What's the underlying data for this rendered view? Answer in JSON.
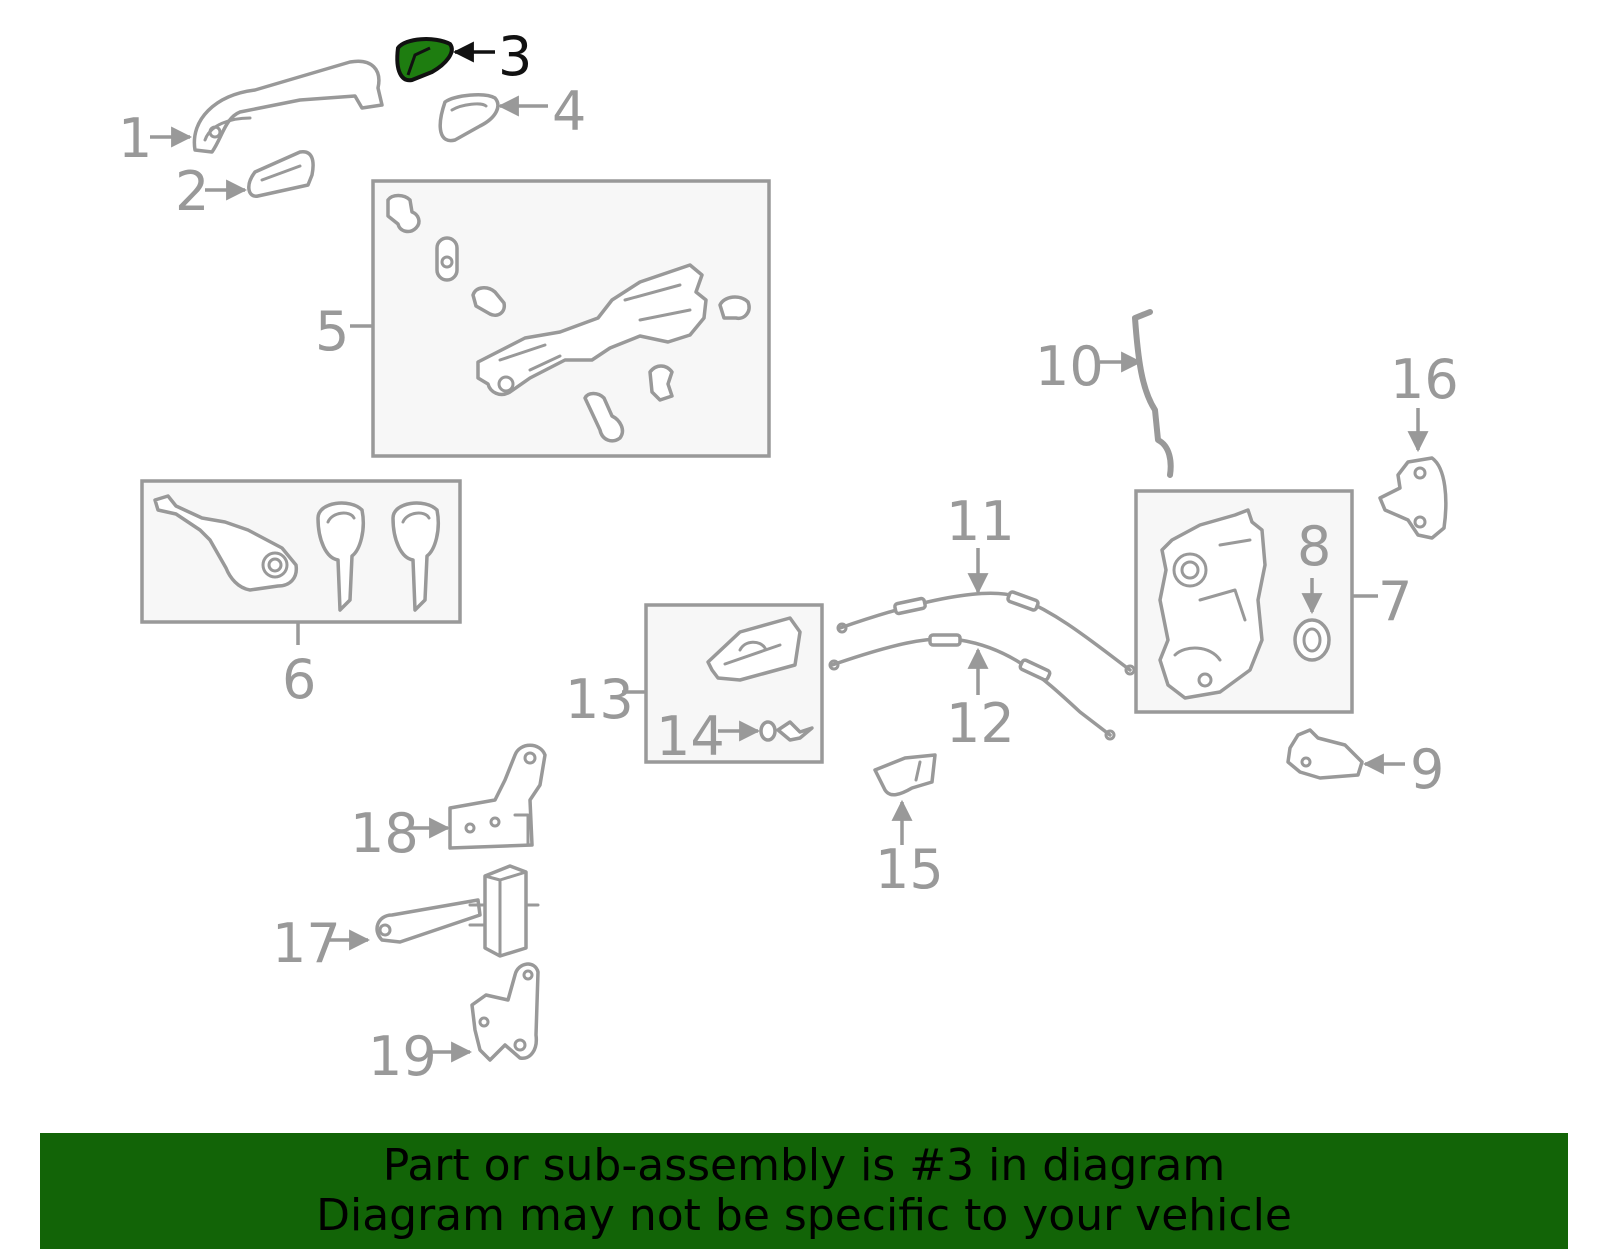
{
  "colors": {
    "part_stroke": "#999999",
    "highlight_fill": "#1e7d10",
    "banner_bg": "#126407",
    "text_dark": "#000000"
  },
  "highlighted_part": "3",
  "callouts": {
    "c1": "1",
    "c2": "2",
    "c3": "3",
    "c4": "4",
    "c5": "5",
    "c6": "6",
    "c7": "7",
    "c8": "8",
    "c9": "9",
    "c10": "10",
    "c11": "11",
    "c12": "12",
    "c13": "13",
    "c14": "14",
    "c15": "15",
    "c16": "16",
    "c17": "17",
    "c18": "18",
    "c19": "19"
  },
  "banner": {
    "line1": "Part or sub-assembly is #3 in diagram",
    "line2": "Diagram may not be specific to your vehicle"
  }
}
